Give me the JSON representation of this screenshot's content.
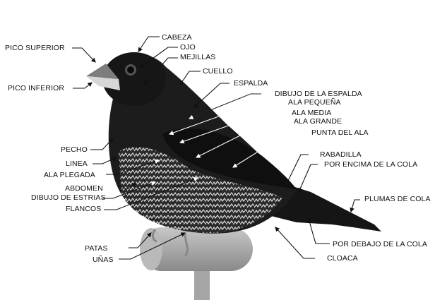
{
  "diagram": {
    "subject": "bird anatomy (finch)",
    "labels": {
      "cabeza": "CABEZA",
      "ojo": "OJO",
      "mejillas": "MEJILLAS",
      "cuello": "CUELLO",
      "espalda": "ESPALDA",
      "dibujo_espalda": "DIBUJO DE LA ESPALDA",
      "ala_pequena": "ALA  PEQUEÑA",
      "ala_media": "ALA  MEDIA",
      "ala_grande": "ALA  GRANDE",
      "punta_ala": "PUNTA DEL ALA",
      "rabadilla": "RABADILLA",
      "encima_cola": "POR ENCIMA DE LA COLA",
      "plumas_cola": "PLUMAS DE COLA",
      "debajo_cola": "POR DEBAJO DE LA COLA",
      "cloaca": "CLOACA",
      "pico_superior": "PICO SUPERIOR",
      "pico_inferior": "PICO INFERIOR",
      "pecho": "PECHO",
      "linea": "LINEA",
      "ala_plegada": "ALA  PLEGADA",
      "abdomen": "ABDOMEN",
      "dibujo_estrias": "DIBUJO DE ESTRIAS",
      "flancos": "FLANCOS",
      "patas": "PATAS",
      "unas": "UÑAS"
    },
    "colors": {
      "plumage": "#1a1a1a",
      "beak": "#9a9a9a",
      "perch": "#a8a8a8",
      "pattern": "#cfcfcf",
      "leader": "#111111"
    }
  }
}
